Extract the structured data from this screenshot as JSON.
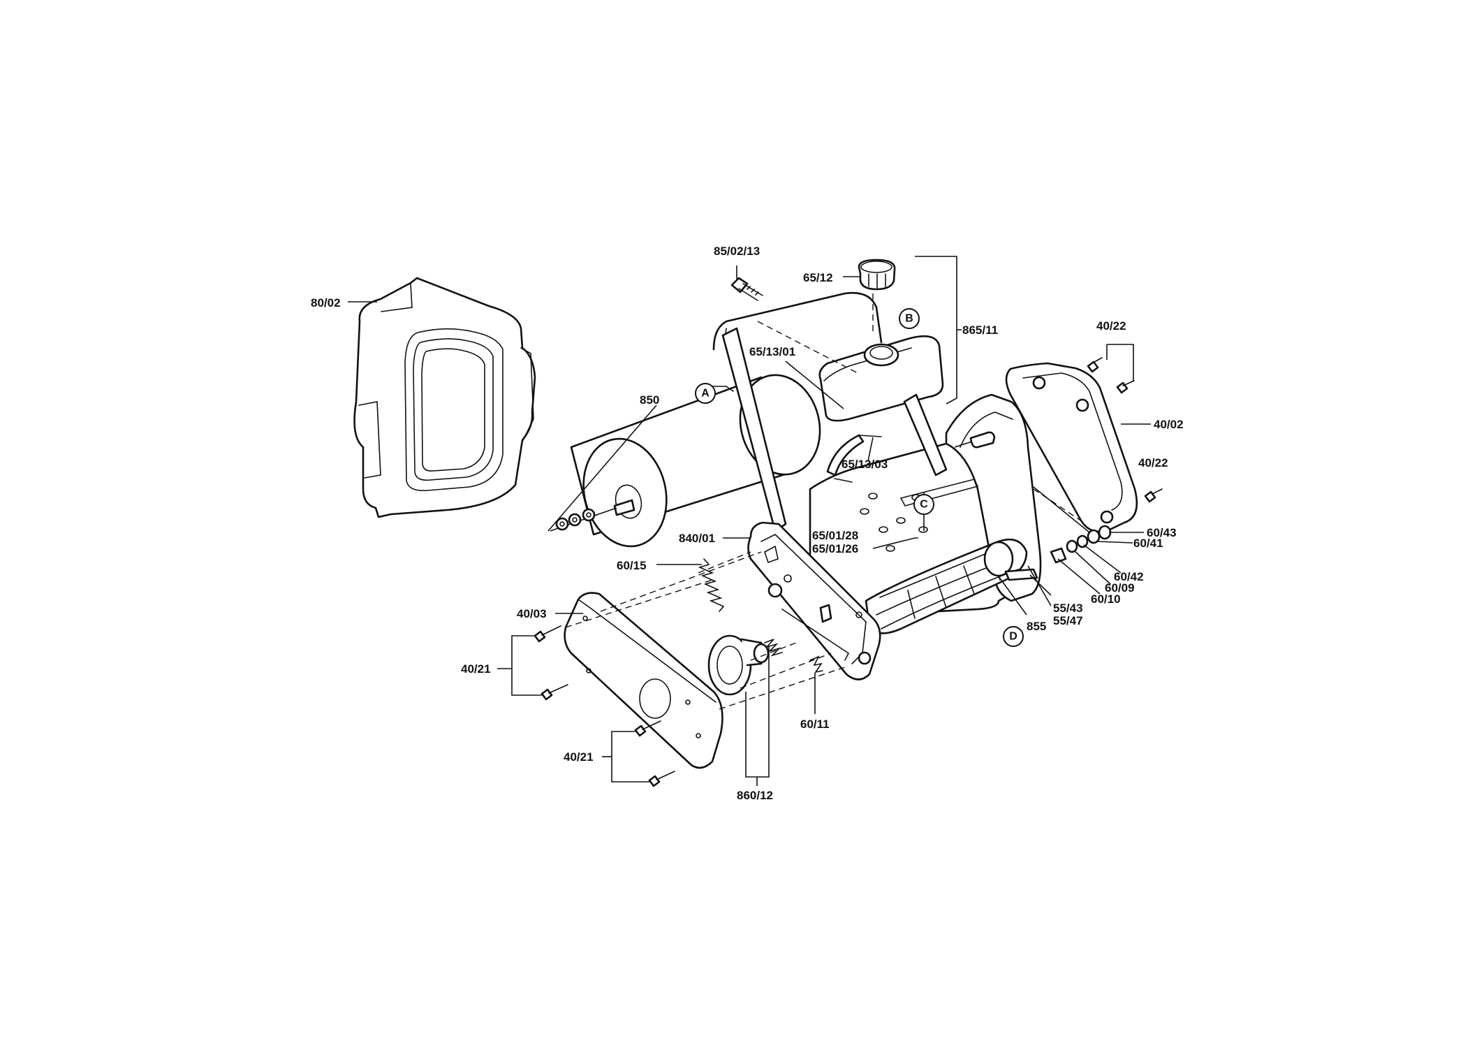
{
  "labels": {
    "l8502_13": "85/02/13",
    "l65_12": "65/12",
    "l865_11": "865/11",
    "l80_02": "80/02",
    "l65_13_01": "65/13/01",
    "l40_22_top": "40/22",
    "l850": "850",
    "l40_02": "40/02",
    "l65_13_03": "65/13/03",
    "l40_22_mid": "40/22",
    "l65_01_28": "65/01/28",
    "l65_01_26": "65/01/26",
    "l840_01": "840/01",
    "l60_43": "60/43",
    "l60_41": "60/41",
    "l60_15": "60/15",
    "l60_42": "60/42",
    "l60_09": "60/09",
    "l60_10": "60/10",
    "l40_03": "40/03",
    "l55_43": "55/43",
    "l55_47": "55/47",
    "l855": "855",
    "l40_21_a": "40/21",
    "l60_11": "60/11",
    "l40_21_b": "40/21",
    "l860_12": "860/12"
  },
  "callouts": {
    "A": "A",
    "B": "B",
    "C": "C",
    "D": "D"
  }
}
